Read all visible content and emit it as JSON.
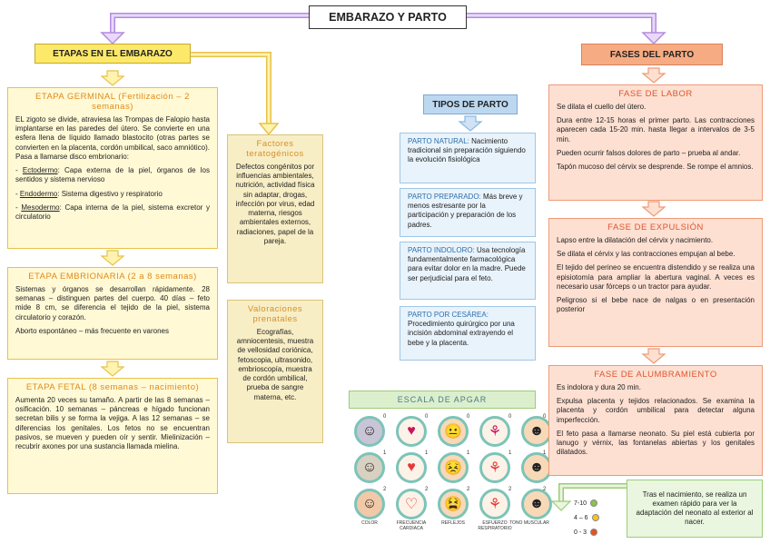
{
  "title": "EMBARAZO Y PARTO",
  "etapas": {
    "header": "ETAPAS EN EL EMBARAZO",
    "germinal": {
      "title": "ETAPA GERMINAL (Fertilización – 2 semanas)",
      "p1": "EL zigoto se divide, atraviesa las Trompas de Falopio hasta implantarse en las paredes del útero. Se convierte en una esfera llena de líquido llamado blastocito (otras partes se convierten en la placenta, cordón umbilical, saco amniótico). Pasa a llamarse disco embrionario:",
      "ecto_term": "Ectodermo",
      "ecto_text": ": Capa externa de la piel, órganos de los sentidos y sistema nervioso",
      "endo_term": "Endodermo",
      "endo_text": ": Sistema digestivo y respiratorio",
      "meso_term": "Mesodermo",
      "meso_text": ": Capa interna de la piel, sistema excretor y circulatorio"
    },
    "embrionaria": {
      "title": "ETAPA EMBRIONARIA (2 a 8 semanas)",
      "p1": "Sistemas y órganos se desarrollan rápidamente. 28 semanas – distinguen partes del cuerpo. 40 días – feto mide 8 cm, se diferencia el tejido de la piel, sistema circulatorio y corazón.",
      "p2": "Aborto espontáneo – más frecuente en varones"
    },
    "fetal": {
      "title": "ETAPA FETAL (8 semanas – nacimiento)",
      "p1": "Aumenta 20 veces su tamaño. A partir de las 8 semanas – osificación. 10 semanas – páncreas e hígado funcionan secretan bilis y se forma la vejiga. A las 12 semanas – se diferencias los genitales. Los fetos no se encuentran pasivos, se mueven y pueden oír y sentir. Mielinización – recubrir axones por una sustancia llamada mielina."
    }
  },
  "factores": {
    "title": "Factores teratogénicos",
    "text": "Defectos congénitos por influencias ambientales, nutrición, actividad física sin adaptar, drogas, infección por virus, edad materna, riesgos ambientales externos, radiaciones, papel de la pareja."
  },
  "valoraciones": {
    "title": "Valoraciones prenatales",
    "text": "Ecografías, amniocentesis, muestra de vellosidad coriónica, fetoscopia, ultrasonido, embrioscopía, muestra de cordón umbilical, prueba de sangre materna, etc."
  },
  "tipos": {
    "header": "TIPOS DE PARTO",
    "natural_k": "PARTO NATURAL:",
    "natural_t": " Nacimiento tradicional sin preparación siguiendo la evolución fisiológica",
    "preparado_k": "PARTO PREPARADO:",
    "preparado_t": " Más breve y menos estresante por la participación y preparación de los padres.",
    "indoloro_k": "PARTO INDOLORO:",
    "indoloro_t": " Usa tecnología fundamentalmente farmacológica para evitar dolor en la madre. Puede ser perjudicial para el feto.",
    "cesarea_k": "PARTO POR CESÁREA:",
    "cesarea_t": " Procedimiento quirúrgico por una incisión abdominal extrayendo el bebe y la placenta."
  },
  "apgar": {
    "title": "ESCALA DE APGAR",
    "labels": [
      "COLOR",
      "FRECUENCIA CARDIACA",
      "REFLEJOS",
      "ESFUERZO RESPIRATORIO",
      "TONO MUSCULAR"
    ],
    "scores": [
      "0",
      "1",
      "2"
    ],
    "legend": [
      {
        "range": "7-10",
        "color": "#8bc34a"
      },
      {
        "range": "4 – 6",
        "color": "#f5c518"
      },
      {
        "range": "0 - 3",
        "color": "#e8531f"
      }
    ]
  },
  "fases": {
    "header": "FASES DEL PARTO",
    "labor": {
      "title": "FASE DE LABOR",
      "p1": "Se dilata el cuello del útero.",
      "p2": "Dura entre 12-15 horas el primer parto. Las contracciones aparecen cada 15-20 min. hasta llegar a intervalos de 3-5 min.",
      "p3": "Pueden ocurrir falsos dolores de parto – prueba al andar.",
      "p4": "Tapón mucoso del cérvix se desprende. Se rompe el amnios."
    },
    "expulsion": {
      "title": "FASE DE EXPULSIÓN",
      "p1": "Lapso entre la dilatación del cérvix y nacimiento.",
      "p2": "Se dilata el cérvix y las contracciones empujan al bebe.",
      "p3": "El tejido del perineo se encuentra distendido y se realiza una episiotomía para ampliar la abertura vaginal. A veces es necesario usar fórceps o un tractor para ayudar.",
      "p4": "Peligroso si el bebe nace de nalgas o en presentación posterior"
    },
    "alumbramiento": {
      "title": "FASE DE ALUMBRAMIENTO",
      "p1": "Es indolora y dura 20 min.",
      "p2": "Expulsa placenta y tejidos relacionados. Se examina la placenta y cordón umbilical para detectar alguna imperfección.",
      "p3": "El feto pasa a llamarse neonato. Su piel está cubierta por lanugo y vérnix, las fontanelas abiertas y los genitales dilatados."
    },
    "nacimiento": "Tras el nacimiento, se realiza un examen rápido para ver la adaptación del neonato al exterior al nacer."
  }
}
